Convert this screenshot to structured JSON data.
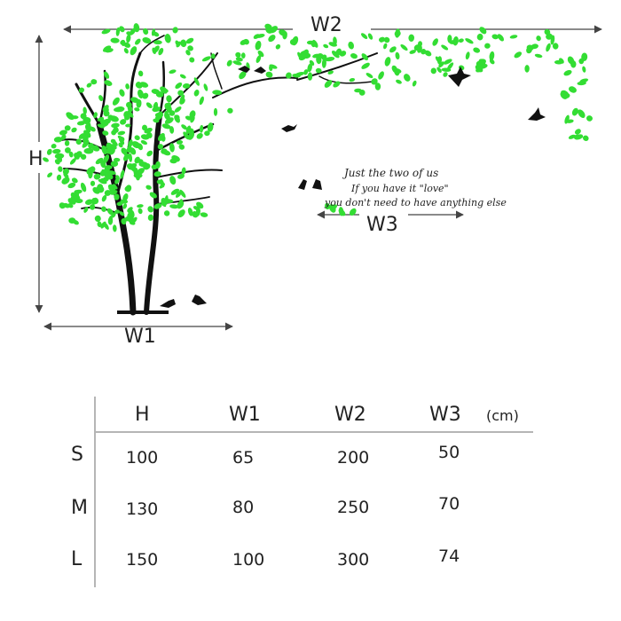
{
  "diagram": {
    "dimension_labels": {
      "h": "H",
      "w1": "W1",
      "w2": "W2",
      "w3": "W3"
    },
    "quote_lines": [
      "Just the two of us",
      "If you have it \"love\"",
      "you don't need to have anything else"
    ],
    "colors": {
      "leaf": "#33dd33",
      "branch": "#111111",
      "bird": "#111111",
      "line": "#444444"
    }
  },
  "size_table": {
    "columns": [
      "H",
      "W1",
      "W2",
      "W3"
    ],
    "unit": "(cm)",
    "rows": [
      {
        "size": "S",
        "values": [
          "100",
          "65",
          "200",
          "50"
        ]
      },
      {
        "size": "M",
        "values": [
          "130",
          "80",
          "250",
          "70"
        ]
      },
      {
        "size": "L",
        "values": [
          "150",
          "100",
          "300",
          "74"
        ]
      }
    ]
  }
}
